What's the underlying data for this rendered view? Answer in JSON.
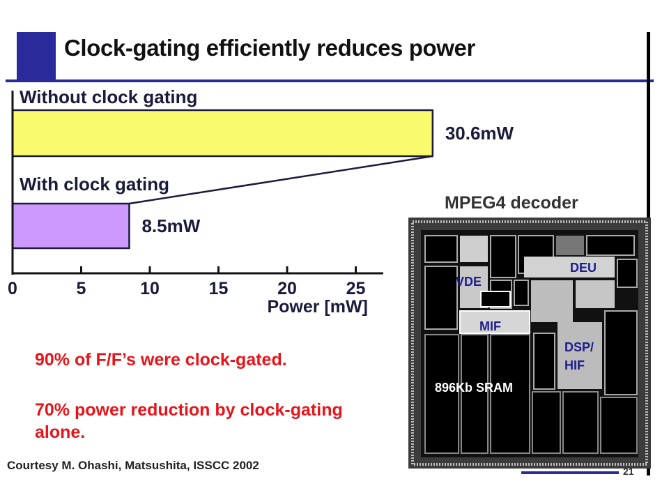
{
  "slide": {
    "title": "Clock-gating efficiently reduces power",
    "note1": "90% of F/F’s were clock-gated.",
    "note2": "70% power reduction by clock-gating alone.",
    "credit": "Courtesy M. Ohashi, Matsushita, ISSCC 2002",
    "page_number": "21",
    "colors": {
      "accent": "#2a2a9a",
      "note": "#e8141a"
    }
  },
  "die": {
    "caption": "MPEG4 decoder",
    "labels": {
      "deu": "DEU",
      "vde": "VDE",
      "mif": "MIF",
      "dsp": "DSP/",
      "hif": "HIF",
      "sram": "896Kb SRAM"
    }
  },
  "chart_data": {
    "type": "bar",
    "orientation": "horizontal",
    "categories": [
      "Without clock gating",
      "With clock gating"
    ],
    "values": [
      30.6,
      8.5
    ],
    "value_labels": [
      "30.6mW",
      "8.5mW"
    ],
    "colors": [
      "#fafa6e",
      "#cc99ff"
    ],
    "xlabel": "Power [mW]",
    "xticks": [
      0,
      5,
      10,
      15,
      20,
      25
    ],
    "xlim": [
      0,
      27
    ]
  }
}
